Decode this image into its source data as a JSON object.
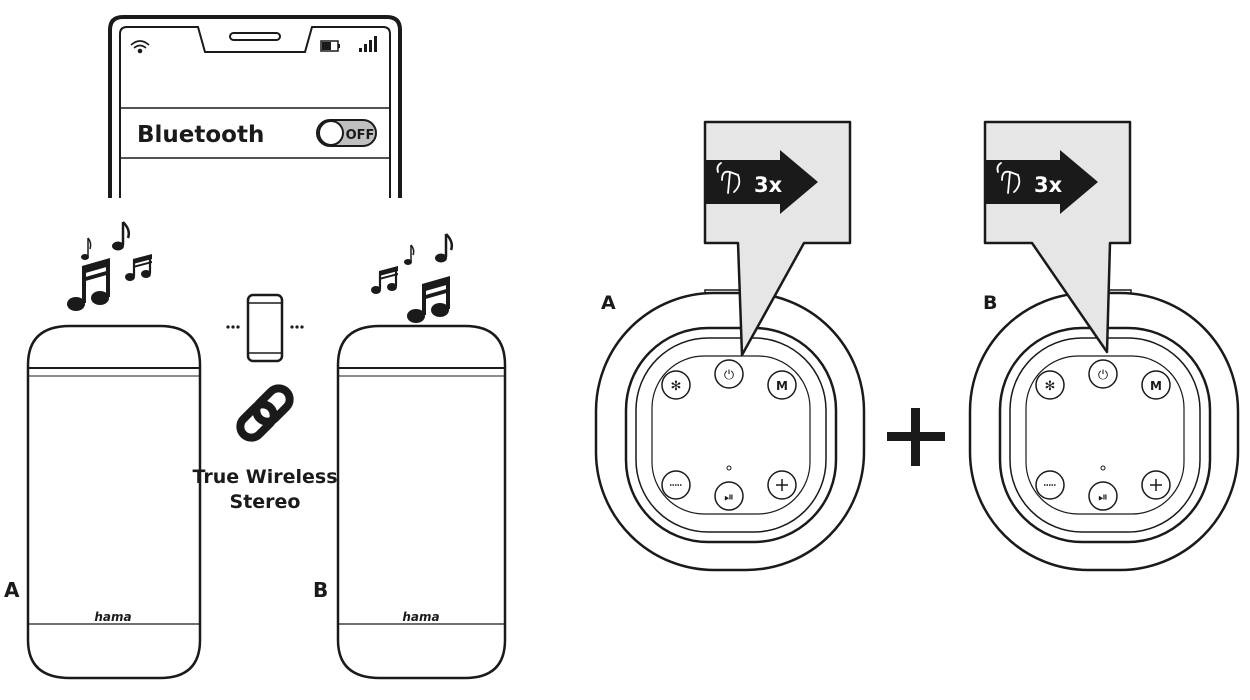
{
  "phone": {
    "setting_label": "Bluetooth",
    "toggle_label": "OFF"
  },
  "speakers": {
    "a_label": "A",
    "b_label": "B",
    "brand": "hama"
  },
  "link": {
    "line1": "True Wireless",
    "line2": "Stereo"
  },
  "panels": {
    "a_label": "A",
    "b_label": "B",
    "press_count_a": "3x",
    "press_count_b": "3x",
    "plus_symbol": "+"
  },
  "icons": {
    "music": "music-notes-icon",
    "link": "chain-link-icon",
    "phone": "smartphone-icon",
    "press": "finger-press-icon",
    "wifi": "wifi-icon",
    "battery": "battery-icon",
    "signal": "signal-bars-icon"
  },
  "colors": {
    "line": "#1a1a1a",
    "callout_fill": "#e6e6e6",
    "toggle_fill": "#bfbfbf",
    "speaker_band": "#f7f7f7"
  }
}
